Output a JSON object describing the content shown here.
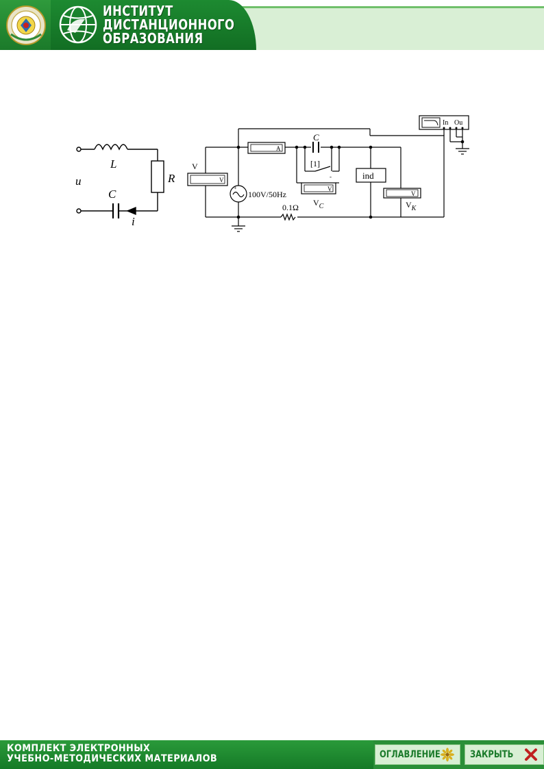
{
  "header": {
    "title_lines": [
      "ИНСТИТУТ",
      "ДИСТАНЦИОННОГО",
      "ОБРАЗОВАНИЯ"
    ],
    "seal_icon": "university-seal-icon",
    "globe_icon": "globe-icon",
    "colors": {
      "green_dark": "#126e23",
      "green_light": "#d9efd5"
    }
  },
  "diagram_left": {
    "labels": {
      "u": "u",
      "L": "L",
      "R": "R",
      "C": "C",
      "i": "i"
    }
  },
  "diagram_right": {
    "labels": {
      "V": "V",
      "source": "100V/50Hz",
      "meter_A": "A",
      "meter_V": "V",
      "C": "C",
      "switch_key": "[1]",
      "Vc_main": "V",
      "Vc_sub": "C",
      "ind": "ind",
      "Vk_main": "V",
      "Vk_sub": "K",
      "shunt": "0.1Ω",
      "osc_in": "In",
      "osc_out": "Ou"
    }
  },
  "footer": {
    "line1": "КОМПЛЕКТ ЭЛЕКТРОННЫХ",
    "line2": "УЧЕБНО-МЕТОДИЧЕСКИХ МАТЕРИАЛОВ",
    "toc_label": "ОГЛАВЛЕНИЕ",
    "close_label": "ЗАКРЫТЬ",
    "colors": {
      "button_text": "#1a7a2a",
      "close_x": "#c02020",
      "flower": "#d8b020"
    }
  }
}
